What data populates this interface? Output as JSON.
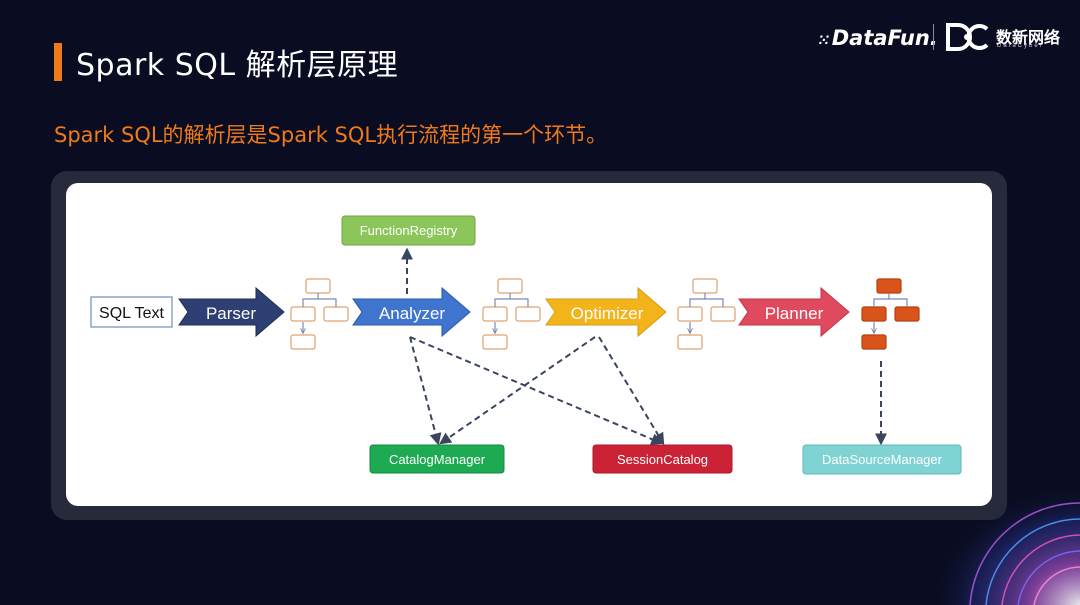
{
  "slide": {
    "title": "Spark SQL 解析层原理",
    "subtitle": "Spark SQL的解析层是Spark SQL执行流程的第一个环节。"
  },
  "logos": {
    "datafun": "DataFun.",
    "datacyber_name": "数新网络",
    "datacyber_sub": "DataCyber"
  },
  "diagram": {
    "input": "SQL Text",
    "stages": {
      "parser": "Parser",
      "analyzer": "Analyzer",
      "optimizer": "Optimizer",
      "planner": "Planner"
    },
    "services": {
      "function_registry": "FunctionRegistry",
      "catalog_manager": "CatalogManager",
      "session_catalog": "SessionCatalog",
      "data_source_manager": "DataSourceManager"
    }
  },
  "colors": {
    "accent": "#f07a1a",
    "parser": "#2e3f74",
    "analyzer": "#3f74cf",
    "optimizer": "#f3b31a",
    "planner": "#e04a5e",
    "function_registry": "#8cc65a",
    "catalog_manager": "#1eaa52",
    "session_catalog": "#cc2236",
    "data_source_manager": "#7fd3d3"
  }
}
